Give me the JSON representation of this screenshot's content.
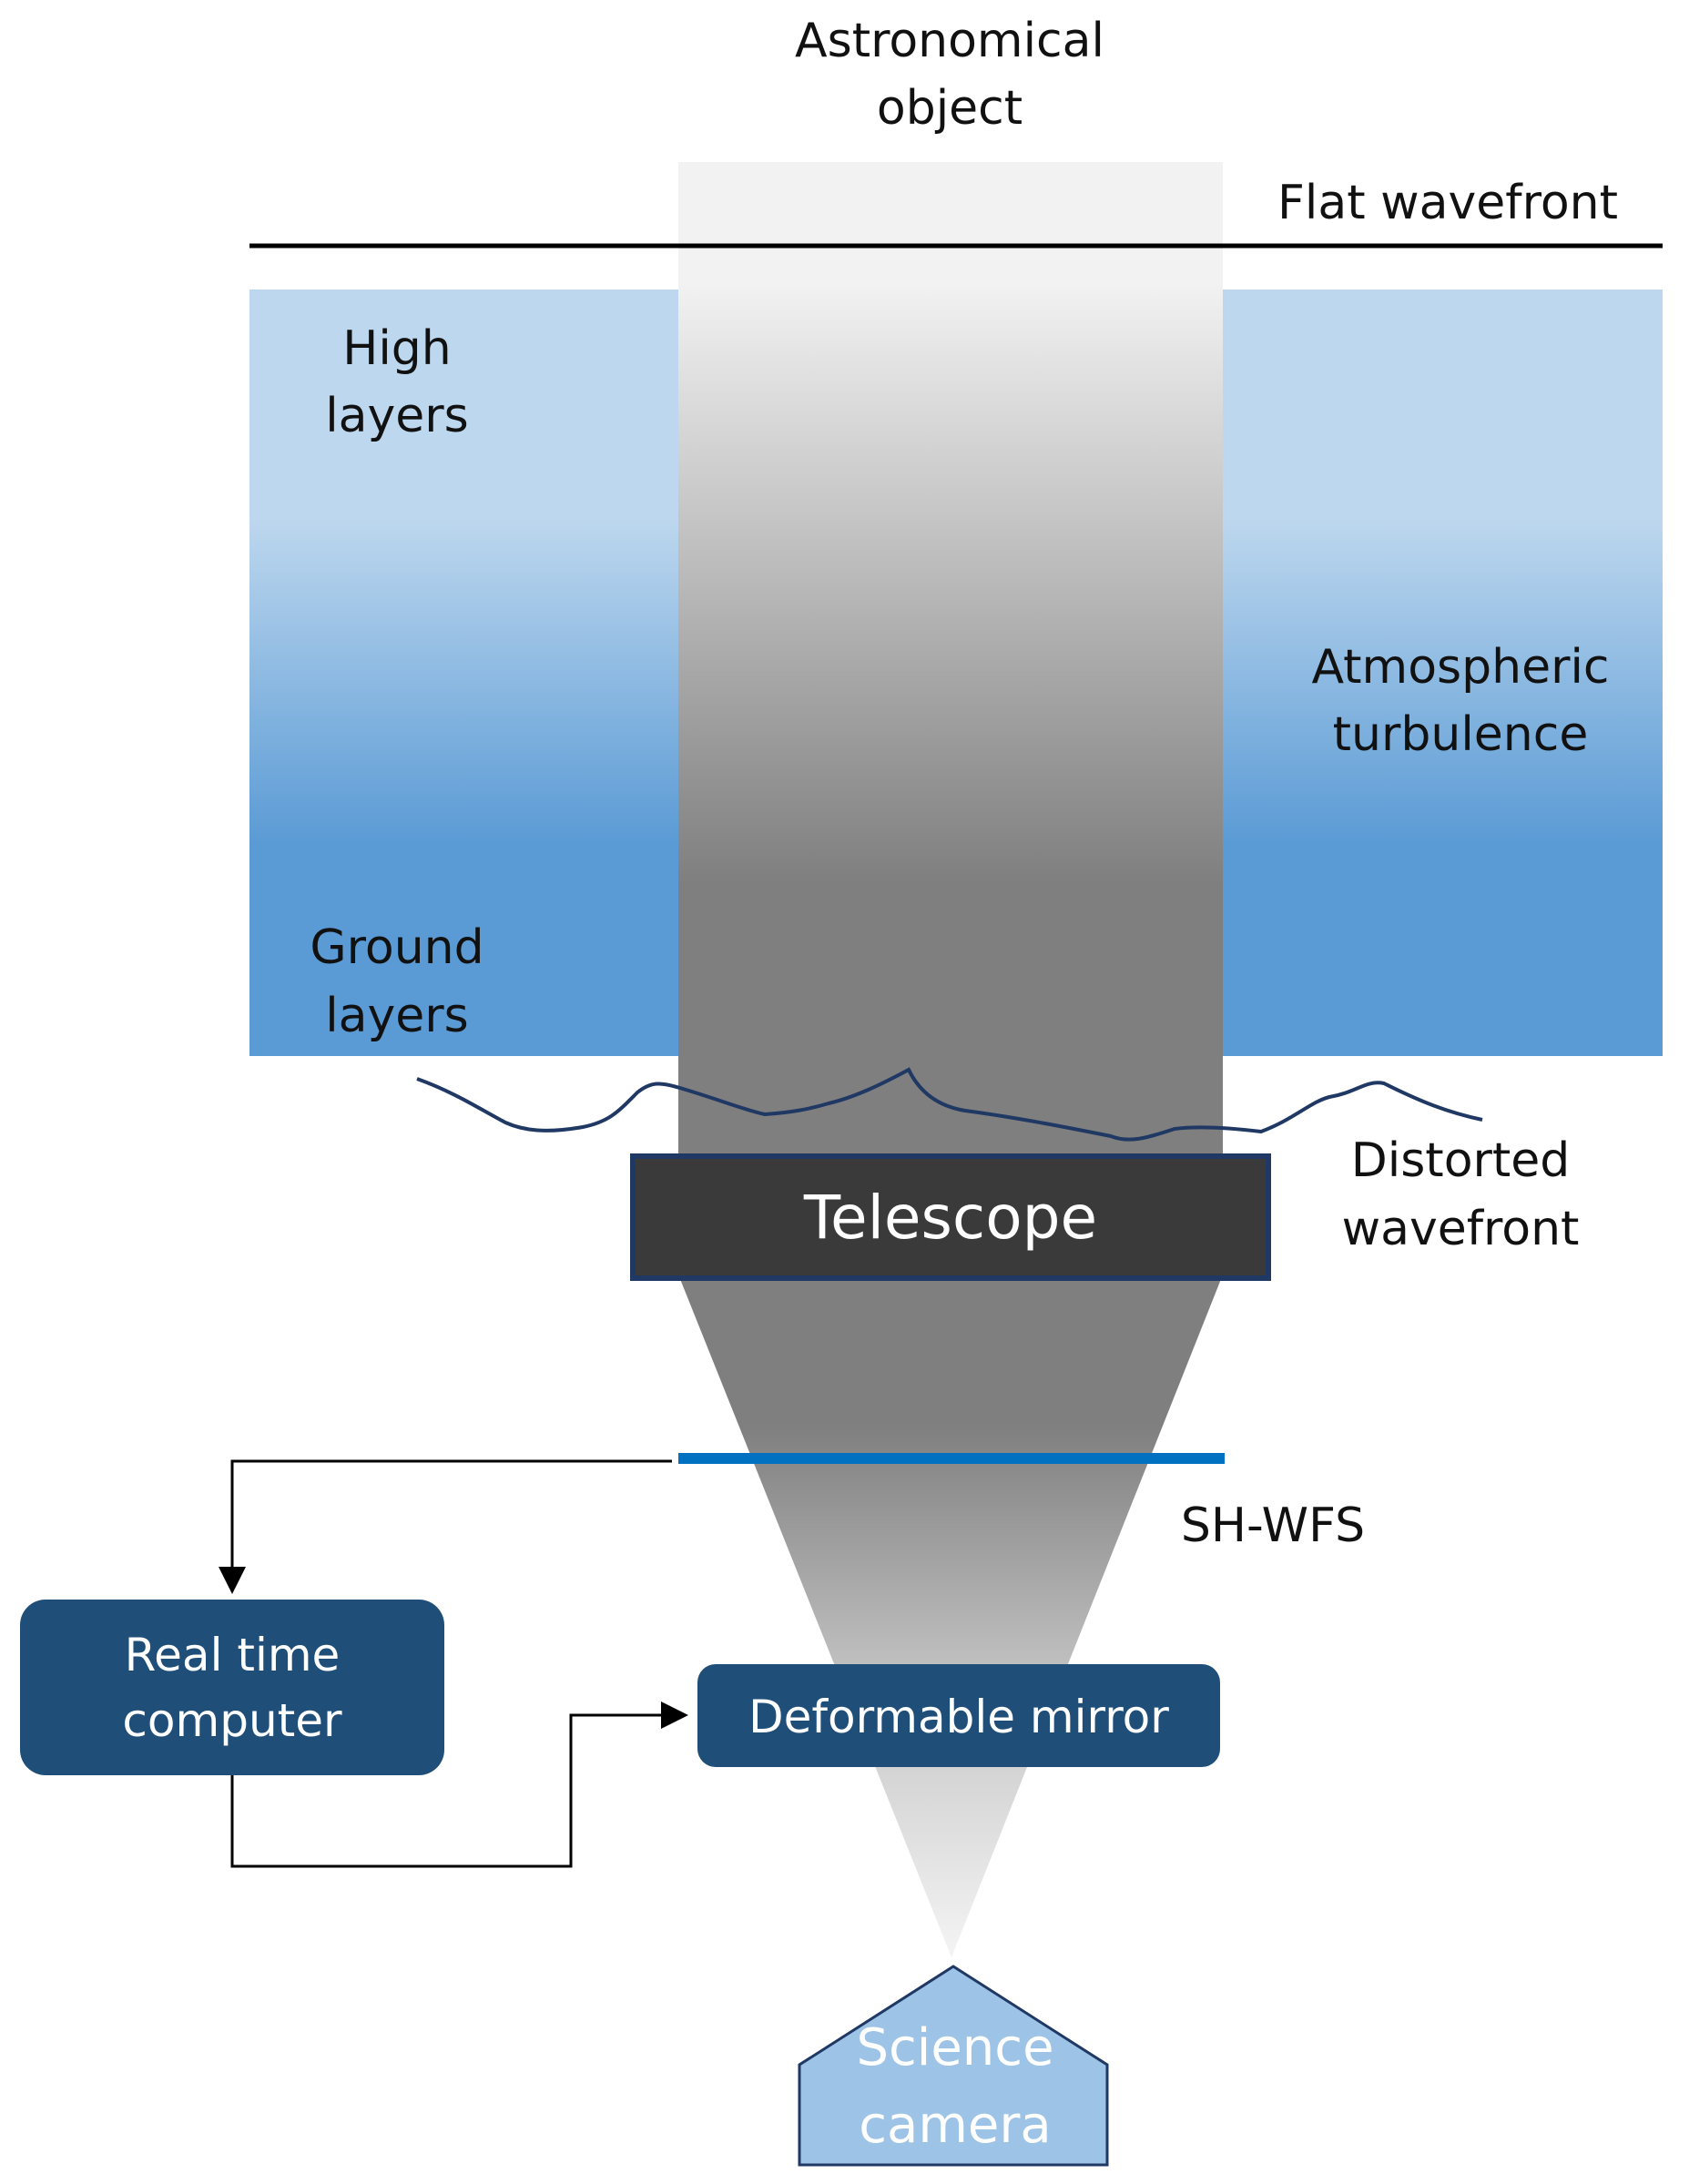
{
  "labels": {
    "object_line1": "Astronomical",
    "object_line2": "object",
    "flat_wavefront": "Flat wavefront",
    "high_layers_line1": "High",
    "high_layers_line2": "layers",
    "turbulence_line1": "Atmospheric",
    "turbulence_line2": "turbulence",
    "ground_layers_line1": "Ground",
    "ground_layers_line2": "layers",
    "distorted_line1": "Distorted",
    "distorted_line2": "wavefront",
    "telescope": "Telescope",
    "sh_wfs": "SH-WFS",
    "rtc_line1": "Real time",
    "rtc_line2": "computer",
    "deformable_mirror": "Deformable mirror",
    "camera_line1": "Science",
    "camera_line2": "camera"
  },
  "colors": {
    "atmosphere_top": "#bdd7ee",
    "atmosphere_bottom": "#5b9bd5",
    "beam_light": "#f2f2f2",
    "beam_dark": "#7f7f7f",
    "telescope_fill": "#3a3a3a",
    "telescope_border": "#1f3864",
    "box_fill": "#1f4e79",
    "sensor_line": "#0070c0",
    "camera_fill": "#9dc3e6",
    "wavefront_line": "#203864"
  }
}
